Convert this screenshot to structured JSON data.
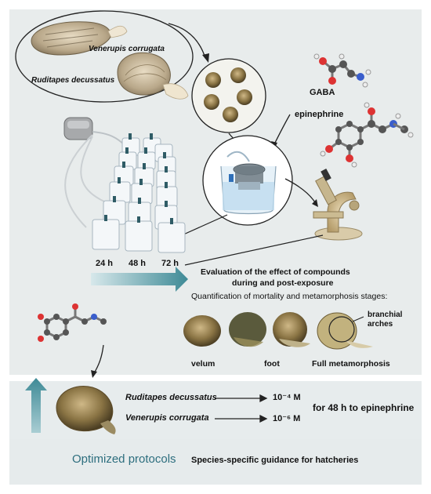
{
  "species": {
    "venerupis": "Venerupis corrugata",
    "ruditapes": "Ruditapes decussatus"
  },
  "compounds": {
    "gaba": "GABA",
    "epinephrine": "epinephrine"
  },
  "timepoints": [
    "24 h",
    "48 h",
    "72 h"
  ],
  "evaluation": {
    "line1": "Evaluation of the effect of compounds",
    "line2": "during and post-exposure",
    "line3": "Quantification  of mortality and metamorphosis stages:"
  },
  "stages": {
    "velum": "velum",
    "foot": "foot",
    "full": "Full metamorphosis",
    "branchial": "branchial\narches"
  },
  "results": {
    "row1_species": "Ruditapes  decussatus",
    "row1_conc": "10⁻⁴ M",
    "row2_species": "Venerupis  corrugata",
    "row2_conc": "10⁻⁶ M",
    "duration": "for 48 h to epinephrine"
  },
  "footer": {
    "title": "Optimized protocols",
    "subtitle": "Species-specific  guidance for hatcheries"
  },
  "colors": {
    "accent_teal": "#3e8a96",
    "panel_bg": "#e8ecec",
    "title_blue": "#2d6e7e"
  }
}
